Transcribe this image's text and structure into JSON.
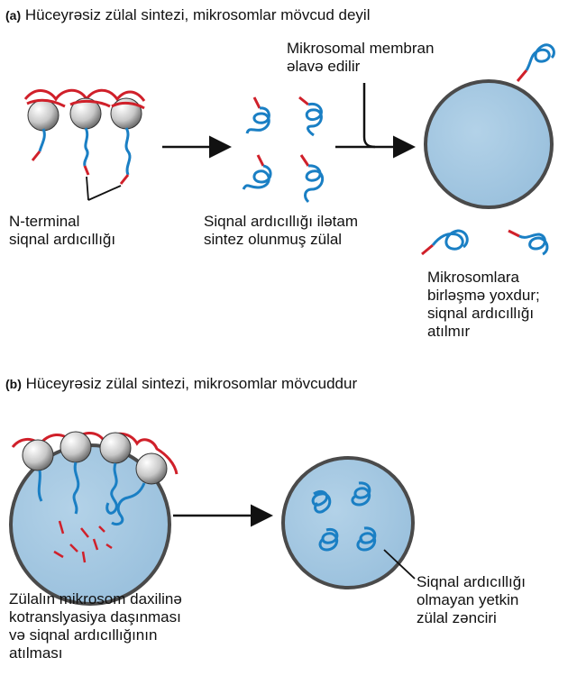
{
  "panel_a": {
    "tag": "(a)",
    "title": "Hüceyrəsiz zülal sintezi, mikrosomlar mövcud deyil",
    "label_membrane": "Mikrosomal membran\nəlavə edilir",
    "label_nterminal": "N-terminal\nsiqnal ardıcıllığı",
    "label_complete": "Siqnal ardıcıllığı ilətam\nsintez olunmuş zülal",
    "label_no_binding": "Mikrosomlara\nbirləşmə yoxdur;\nsiqnal ardıcıllığı\natılmır"
  },
  "panel_b": {
    "tag": "(b)",
    "title": "Hüceyrəsiz zülal sintezi, mikrosomlar mövcuddur",
    "label_transport": "Zülalın mikrosom daxilinə\nkotranslyasiya daşınması\nvə siqnal ardıcıllığının\natılması",
    "label_mature": "Siqnal ardıcıllığı\nolmayan yetkin\nzülal zənciri"
  },
  "colors": {
    "protein": "#1a7fc4",
    "signal": "#d0202a",
    "microsome_fill": "#a9cbe3",
    "microsome_stroke": "#4a4a4a",
    "ribosome": "#c8c8c8"
  }
}
